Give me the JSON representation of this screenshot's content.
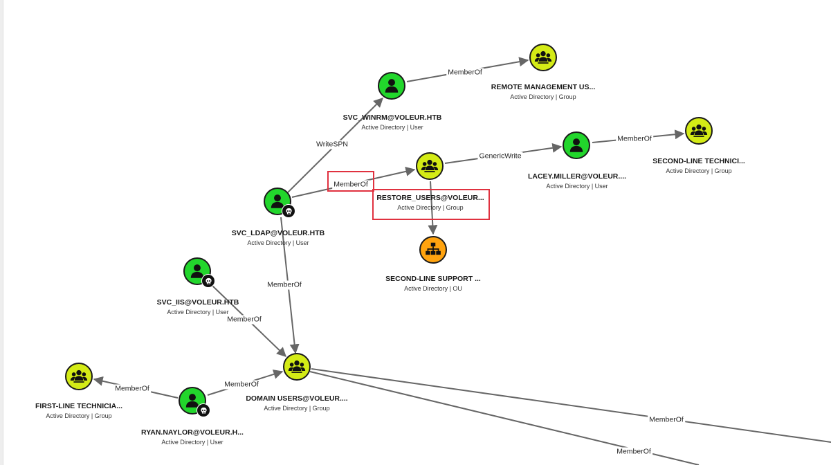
{
  "colors": {
    "user": "#22d62c",
    "group": "#d4eb16",
    "ou": "#ffa30f",
    "edge": "#666666",
    "highlight": "#e0313f"
  },
  "nodes": [
    {
      "id": "remote_mgmt",
      "icon": "group-icon",
      "kind": "group",
      "name": "REMOTE MANAGEMENT US...",
      "type": "Active Directory | Group",
      "skull": false
    },
    {
      "id": "svc_winrm",
      "icon": "user-icon",
      "kind": "user",
      "name": "SVC_WINRM@VOLEUR.HTB",
      "type": "Active Directory | User",
      "skull": false
    },
    {
      "id": "lacey",
      "icon": "user-icon",
      "kind": "user",
      "name": "LACEY.MILLER@VOLEUR....",
      "type": "Active Directory | User",
      "skull": false
    },
    {
      "id": "second_line_tech",
      "icon": "group-icon",
      "kind": "group",
      "name": "SECOND-LINE TECHNICI...",
      "type": "Active Directory | Group",
      "skull": false
    },
    {
      "id": "restore_users",
      "icon": "group-icon",
      "kind": "group",
      "name": "RESTORE_USERS@VOLEUR...",
      "type": "Active Directory | Group",
      "skull": false
    },
    {
      "id": "svc_ldap",
      "icon": "user-icon",
      "kind": "user",
      "name": "SVC_LDAP@VOLEUR.HTB",
      "type": "Active Directory | User",
      "skull": true
    },
    {
      "id": "second_line_support",
      "icon": "ou-icon",
      "kind": "ou",
      "name": "SECOND-LINE SUPPORT ...",
      "type": "Active Directory | OU",
      "skull": false
    },
    {
      "id": "svc_iis",
      "icon": "user-icon",
      "kind": "user",
      "name": "SVC_IIS@VOLEUR.HTB",
      "type": "Active Directory | User",
      "skull": true
    },
    {
      "id": "domain_users",
      "icon": "group-icon",
      "kind": "group",
      "name": "DOMAIN USERS@VOLEUR....",
      "type": "Active Directory | Group",
      "skull": false
    },
    {
      "id": "first_line_tech",
      "icon": "group-icon",
      "kind": "group",
      "name": "FIRST-LINE TECHNICIA...",
      "type": "Active Directory | Group",
      "skull": false
    },
    {
      "id": "ryan",
      "icon": "user-icon",
      "kind": "user",
      "name": "RYAN.NAYLOR@VOLEUR.H...",
      "type": "Active Directory | User",
      "skull": true
    }
  ],
  "edges": [
    {
      "label": "MemberOf"
    },
    {
      "label": "WriteSPN"
    },
    {
      "label": "MemberOf"
    },
    {
      "label": "GenericWrite"
    },
    {
      "label": "MemberOf"
    },
    {
      "label": "MemberOf"
    },
    {
      "label": "MemberOf"
    },
    {
      "label": "MemberOf"
    },
    {
      "label": "MemberOf"
    },
    {
      "label": "MemberOf"
    },
    {
      "label": "MemberOf"
    }
  ]
}
